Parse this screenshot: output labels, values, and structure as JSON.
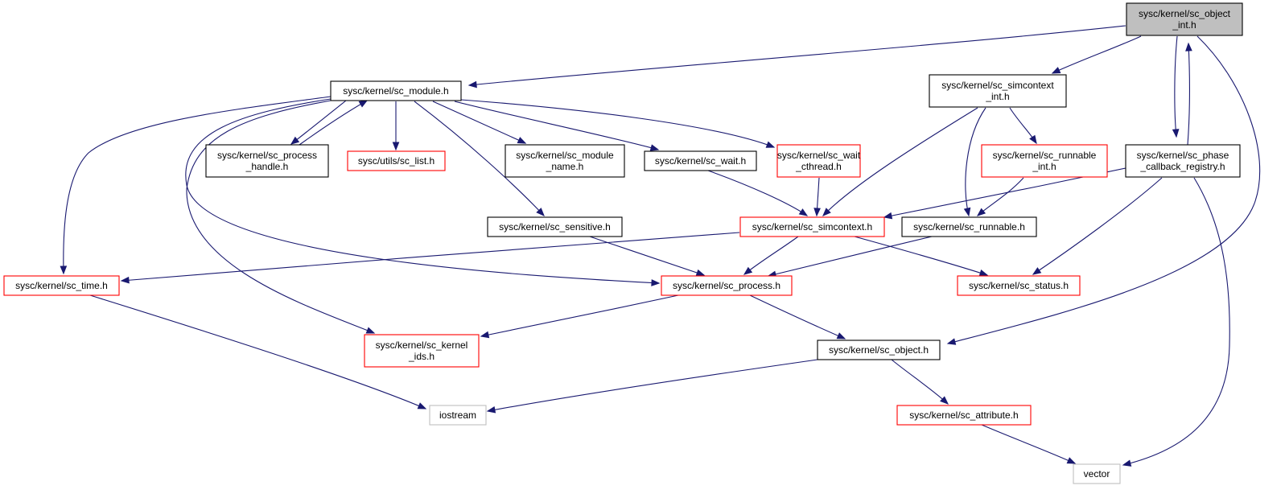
{
  "diagram": {
    "nodes": [
      {
        "id": "object_int",
        "lines": [
          "sysc/kernel/sc_object",
          "_int.h"
        ],
        "style": "root"
      },
      {
        "id": "module",
        "lines": [
          "sysc/kernel/sc_module.h"
        ],
        "style": "black"
      },
      {
        "id": "simcontext_int",
        "lines": [
          "sysc/kernel/sc_simcontext",
          "_int.h"
        ],
        "style": "black"
      },
      {
        "id": "phase_cb",
        "lines": [
          "sysc/kernel/sc_phase",
          "_callback_registry.h"
        ],
        "style": "black"
      },
      {
        "id": "process_handle",
        "lines": [
          "sysc/kernel/sc_process",
          "_handle.h"
        ],
        "style": "black"
      },
      {
        "id": "sc_list",
        "lines": [
          "sysc/utils/sc_list.h"
        ],
        "style": "red"
      },
      {
        "id": "module_name",
        "lines": [
          "sysc/kernel/sc_module",
          "_name.h"
        ],
        "style": "black"
      },
      {
        "id": "wait",
        "lines": [
          "sysc/kernel/sc_wait.h"
        ],
        "style": "black"
      },
      {
        "id": "wait_cthread",
        "lines": [
          "sysc/kernel/sc_wait",
          "_cthread.h"
        ],
        "style": "red"
      },
      {
        "id": "runnable_int",
        "lines": [
          "sysc/kernel/sc_runnable",
          "_int.h"
        ],
        "style": "red"
      },
      {
        "id": "sensitive",
        "lines": [
          "sysc/kernel/sc_sensitive.h"
        ],
        "style": "black"
      },
      {
        "id": "simcontext",
        "lines": [
          "sysc/kernel/sc_simcontext.h"
        ],
        "style": "red"
      },
      {
        "id": "runnable",
        "lines": [
          "sysc/kernel/sc_runnable.h"
        ],
        "style": "black"
      },
      {
        "id": "time",
        "lines": [
          "sysc/kernel/sc_time.h"
        ],
        "style": "red"
      },
      {
        "id": "process",
        "lines": [
          "sysc/kernel/sc_process.h"
        ],
        "style": "red"
      },
      {
        "id": "status",
        "lines": [
          "sysc/kernel/sc_status.h"
        ],
        "style": "red"
      },
      {
        "id": "kernel_ids",
        "lines": [
          "sysc/kernel/sc_kernel",
          "_ids.h"
        ],
        "style": "red"
      },
      {
        "id": "object",
        "lines": [
          "sysc/kernel/sc_object.h"
        ],
        "style": "black"
      },
      {
        "id": "iostream",
        "lines": [
          "iostream"
        ],
        "style": "gray"
      },
      {
        "id": "attribute",
        "lines": [
          "sysc/kernel/sc_attribute.h"
        ],
        "style": "red"
      },
      {
        "id": "vector",
        "lines": [
          "vector"
        ],
        "style": "gray"
      }
    ],
    "edges": [
      {
        "from": "object_int",
        "to": "module"
      },
      {
        "from": "object_int",
        "to": "simcontext_int"
      },
      {
        "from": "object_int",
        "to": "phase_cb"
      },
      {
        "from": "object_int",
        "to": "object"
      },
      {
        "from": "phase_cb",
        "to": "object_int"
      },
      {
        "from": "phase_cb",
        "to": "simcontext"
      },
      {
        "from": "phase_cb",
        "to": "status"
      },
      {
        "from": "phase_cb",
        "to": "vector"
      },
      {
        "from": "module",
        "to": "process_handle"
      },
      {
        "from": "process_handle",
        "to": "module"
      },
      {
        "from": "module",
        "to": "sc_list"
      },
      {
        "from": "module",
        "to": "module_name"
      },
      {
        "from": "module",
        "to": "wait"
      },
      {
        "from": "module",
        "to": "wait_cthread"
      },
      {
        "from": "module",
        "to": "sensitive"
      },
      {
        "from": "module",
        "to": "time"
      },
      {
        "from": "module",
        "to": "process"
      },
      {
        "from": "module",
        "to": "kernel_ids"
      },
      {
        "from": "simcontext_int",
        "to": "simcontext"
      },
      {
        "from": "simcontext_int",
        "to": "runnable_int"
      },
      {
        "from": "simcontext_int",
        "to": "runnable"
      },
      {
        "from": "runnable_int",
        "to": "runnable"
      },
      {
        "from": "wait",
        "to": "simcontext"
      },
      {
        "from": "wait_cthread",
        "to": "simcontext"
      },
      {
        "from": "sensitive",
        "to": "process"
      },
      {
        "from": "simcontext",
        "to": "time"
      },
      {
        "from": "simcontext",
        "to": "process"
      },
      {
        "from": "simcontext",
        "to": "status"
      },
      {
        "from": "runnable",
        "to": "process"
      },
      {
        "from": "time",
        "to": "iostream"
      },
      {
        "from": "process",
        "to": "kernel_ids"
      },
      {
        "from": "process",
        "to": "object"
      },
      {
        "from": "object",
        "to": "iostream"
      },
      {
        "from": "object",
        "to": "attribute"
      },
      {
        "from": "attribute",
        "to": "vector"
      }
    ],
    "colors": {
      "edge": "#191970",
      "root_fill": "#bfbfbf",
      "black_border": "#000000",
      "red_border": "#ff0000",
      "gray_border": "#bfbfbf",
      "text": "#000000"
    }
  }
}
